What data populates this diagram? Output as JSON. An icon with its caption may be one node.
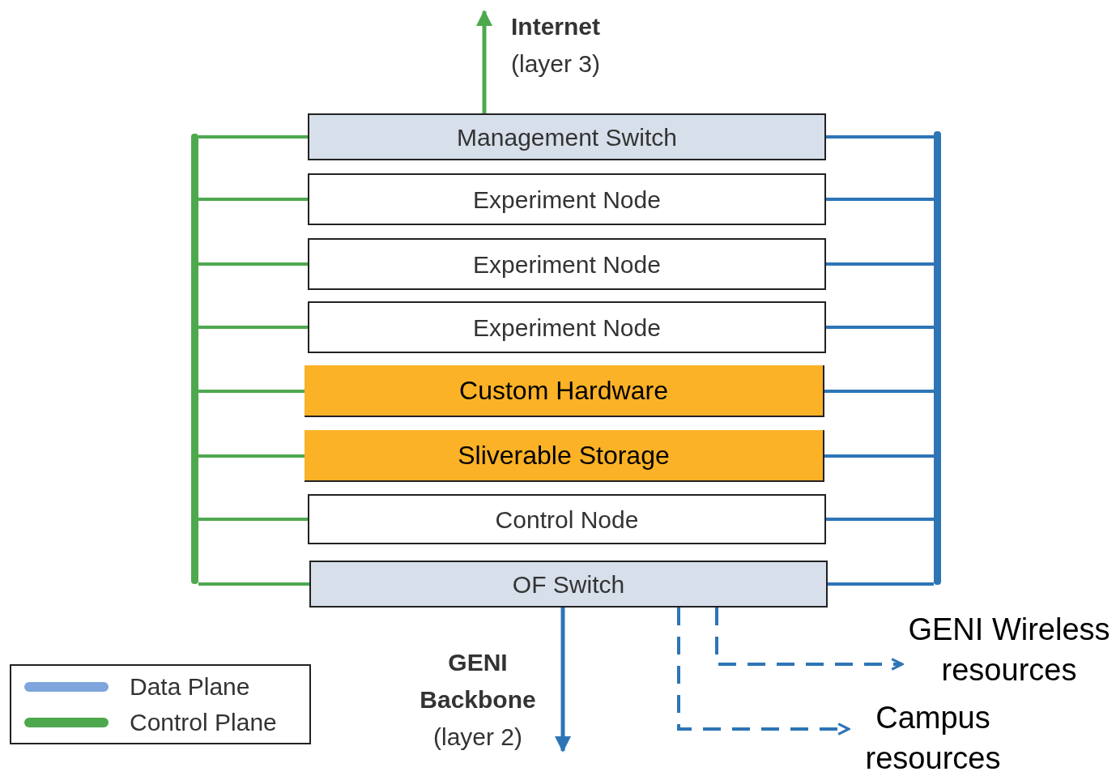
{
  "diagram": {
    "nodes": [
      {
        "text": [
          "Management Switch"
        ]
      },
      {
        "text": [
          "Experiment Node"
        ]
      },
      {
        "text": [
          "Experiment Node"
        ]
      },
      {
        "text": [
          "Experiment Node"
        ]
      },
      {
        "text": [
          "Custom Hardware"
        ]
      },
      {
        "text": [
          "Sliverable Storage"
        ]
      },
      {
        "text": [
          "Control Node"
        ]
      },
      {
        "text": [
          "OF Switch"
        ]
      },
      {
        "text": [
          "Internet",
          "(layer 3)"
        ]
      },
      {
        "text": [
          "GENI Backbone",
          "(layer 2)"
        ]
      },
      {
        "text": [
          "GENI Wireless resources"
        ]
      },
      {
        "text": [
          "Campus resources"
        ]
      },
      {
        "text": [],
        "shape": "bar"
      },
      {
        "text": [],
        "shape": "bar"
      }
    ],
    "edges": [
      {
        "from": 0,
        "to": 8,
        "arrow": "to",
        "color": "#4ea84e"
      },
      {
        "from": 7,
        "to": 9,
        "arrow": "to"
      },
      {
        "from": 7,
        "to": 10,
        "arrow": "to",
        "style": "dashed"
      },
      {
        "from": 7,
        "to": 11,
        "arrow": "to",
        "style": "dashed"
      },
      {
        "from": 12,
        "to": 0,
        "arrow": "none",
        "color": "#4ea84e"
      },
      {
        "from": 12,
        "to": 1,
        "arrow": "none",
        "color": "#4ea84e"
      },
      {
        "from": 12,
        "to": 2,
        "arrow": "none",
        "color": "#4ea84e"
      },
      {
        "from": 12,
        "to": 3,
        "arrow": "none",
        "color": "#4ea84e"
      },
      {
        "from": 12,
        "to": 4,
        "arrow": "none",
        "color": "#4ea84e"
      },
      {
        "from": 12,
        "to": 5,
        "arrow": "none",
        "color": "#4ea84e"
      },
      {
        "from": 12,
        "to": 6,
        "arrow": "none",
        "color": "#4ea84e"
      },
      {
        "from": 12,
        "to": 7,
        "arrow": "none",
        "color": "#4ea84e"
      },
      {
        "from": 13,
        "to": 0,
        "arrow": "none"
      },
      {
        "from": 13,
        "to": 1,
        "arrow": "none"
      },
      {
        "from": 13,
        "to": 2,
        "arrow": "none"
      },
      {
        "from": 13,
        "to": 3,
        "arrow": "none"
      },
      {
        "from": 13,
        "to": 4,
        "arrow": "none"
      },
      {
        "from": 13,
        "to": 5,
        "arrow": "none"
      },
      {
        "from": 13,
        "to": 6,
        "arrow": "none"
      },
      {
        "from": 13,
        "to": 7,
        "arrow": "none"
      }
    ],
    "legend": [
      {
        "text": "Data Plane",
        "color": "#7fa6dc"
      },
      {
        "text": "Control Plane",
        "color": "#4ea84e"
      }
    ]
  }
}
